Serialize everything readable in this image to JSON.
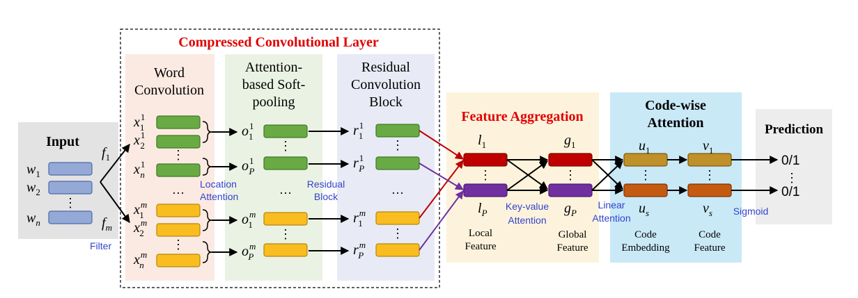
{
  "colors": {
    "input_bg": "#e3e3e3",
    "word_conv_bg": "#fbeae2",
    "attn_pool_bg": "#eaf2e3",
    "residual_bg": "#e8ebf5",
    "feature_agg_bg": "#fdf3dc",
    "code_attn_bg": "#c9e9f7",
    "prediction_bg": "#ededed",
    "vec_blue": "#95a9d6",
    "vec_green": "#6aaa44",
    "vec_yellow": "#f9bd1f",
    "vec_red": "#c00000",
    "vec_purple": "#7030a0",
    "vec_gold": "#c0902a",
    "vec_orange": "#c55a11",
    "title_red": "#e00000",
    "label_blue": "#3344cc"
  },
  "input": {
    "title": "Input",
    "words": [
      "w",
      "w",
      "w"
    ],
    "word_subs": [
      "1",
      "2",
      "n"
    ]
  },
  "filters": {
    "f1": "f",
    "f1_sub": "1",
    "fm": "f",
    "fm_sub": "m",
    "label": "Filter"
  },
  "compressed_layer": {
    "title": "Compressed Convolutional Layer"
  },
  "word_convolution": {
    "title_line1": "Word",
    "title_line2": "Convolution",
    "x": "x",
    "sup_top": "1",
    "sup_bottom": "m",
    "subs": [
      "1",
      "2",
      "n"
    ]
  },
  "location_attention": {
    "line1": "Location",
    "line2": "Attention"
  },
  "soft_pooling": {
    "title_line1": "Attention-",
    "title_line2": "based Soft-",
    "title_line3": "pooling",
    "o": "o",
    "sup_top": "1",
    "sup_bottom": "m",
    "sub_1": "1",
    "sub_P": "P"
  },
  "residual_block_label": {
    "line1": "Residual",
    "line2": "Block"
  },
  "residual": {
    "title_line1": "Residual",
    "title_line2": "Convolution",
    "title_line3": "Block",
    "r": "r",
    "sup_top": "1",
    "sup_bottom": "m",
    "sub_1": "1",
    "sub_P": "P"
  },
  "feature_aggregation": {
    "title": "Feature Aggregation",
    "l": "l",
    "l_sub_1": "1",
    "l_sub_P": "P",
    "g": "g",
    "g_sub_1": "1",
    "g_sub_P": "P",
    "local_line1": "Local",
    "local_line2": "Feature",
    "global_line1": "Global",
    "global_line2": "Feature",
    "kv_line1": "Key-value",
    "kv_line2": "Attention"
  },
  "code_attention": {
    "title_line1": "Code-wise",
    "title_line2": "Attention",
    "u": "u",
    "u_sub_1": "1",
    "u_sub_s": "s",
    "v": "v",
    "v_sub_1": "1",
    "v_sub_s": "s",
    "linear_line1": "Linear",
    "linear_line2": "Attention",
    "emb_line1": "Code",
    "emb_line2": "Embedding",
    "feat_line1": "Code",
    "feat_line2": "Feature"
  },
  "prediction": {
    "title": "Prediction",
    "out_1": "0/1",
    "out_2": "0/1",
    "sigmoid": "Sigmoid"
  },
  "ellipsis_v": "⋮",
  "ellipsis_h": "…"
}
